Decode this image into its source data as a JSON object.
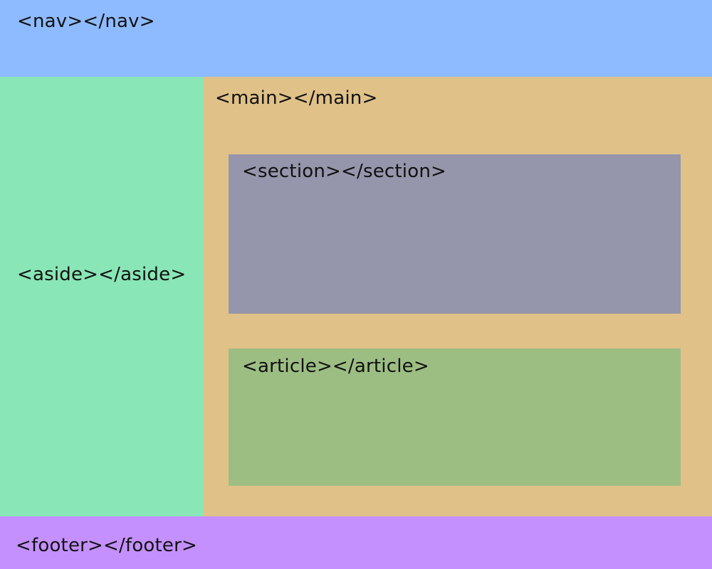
{
  "nav": {
    "label": "<nav></nav>",
    "color": "#8ebbff"
  },
  "aside": {
    "label": "<aside></aside>",
    "color": "#89e6b6"
  },
  "main": {
    "label": "<main></main>",
    "color": "#e0c188"
  },
  "section": {
    "label": "<section></section>",
    "color": "#9596ab"
  },
  "article": {
    "label": "<article></article>",
    "color": "#9dbe83"
  },
  "footer": {
    "label": "<footer></footer>",
    "color": "#c490fd"
  }
}
